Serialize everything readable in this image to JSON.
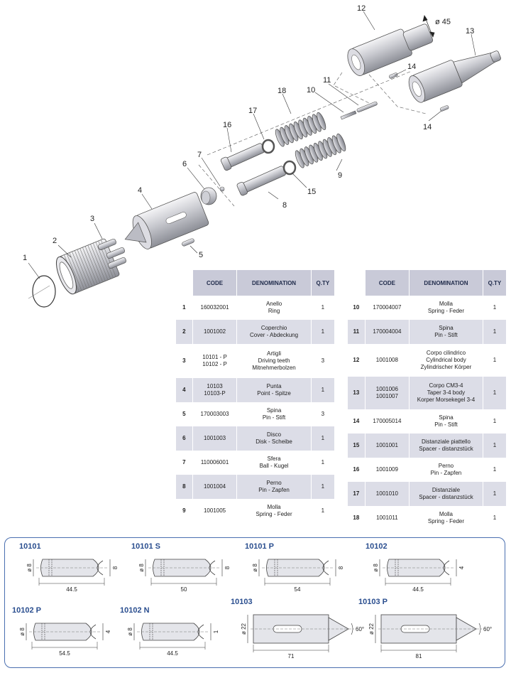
{
  "callouts": {
    "c1": "1",
    "c2": "2",
    "c3": "3",
    "c4": "4",
    "c5": "5",
    "c6": "6",
    "c7": "7",
    "c8": "8",
    "c9": "9",
    "c10": "10",
    "c11": "11",
    "c12": "12",
    "c13": "13",
    "c14a": "14",
    "c14b": "14",
    "c15": "15",
    "c16": "16",
    "c17": "17",
    "c18": "18",
    "diameter": "ø 45"
  },
  "table": {
    "headers": {
      "code": "CODE",
      "denomination": "DENOMINATION",
      "qty": "Q.TY"
    },
    "rows": [
      {
        "num": "1",
        "code": [
          "160032001"
        ],
        "denomination": [
          "Anello",
          "Ring"
        ],
        "qty": "1"
      },
      {
        "num": "2",
        "code": [
          "1001002"
        ],
        "denomination": [
          "Coperchio",
          "Cover - Abdeckung"
        ],
        "qty": "1"
      },
      {
        "num": "3",
        "code": [
          "10101 - P",
          "10102 - P"
        ],
        "denomination": [
          "Artigli",
          "Driving teeth",
          "Mitnehmerbolzen"
        ],
        "qty": "3"
      },
      {
        "num": "4",
        "code": [
          "10103",
          "10103-P"
        ],
        "denomination": [
          "Punta",
          "Point - Spitze"
        ],
        "qty": "1"
      },
      {
        "num": "5",
        "code": [
          "170003003"
        ],
        "denomination": [
          "Spina",
          "Pin - Stift"
        ],
        "qty": "3"
      },
      {
        "num": "6",
        "code": [
          "1001003"
        ],
        "denomination": [
          "Disco",
          "Disk - Scheibe"
        ],
        "qty": "1"
      },
      {
        "num": "7",
        "code": [
          "110006001"
        ],
        "denomination": [
          "Sfera",
          "Ball - Kugel"
        ],
        "qty": "1"
      },
      {
        "num": "8",
        "code": [
          "1001004"
        ],
        "denomination": [
          "Perno",
          "Pin - Zapfen"
        ],
        "qty": "1"
      },
      {
        "num": "9",
        "code": [
          "1001005"
        ],
        "denomination": [
          "Molla",
          "Spring - Feder"
        ],
        "qty": "1"
      },
      {
        "num": "10",
        "code": [
          "170004007"
        ],
        "denomination": [
          "Molla",
          "Spring - Feder"
        ],
        "qty": "1"
      },
      {
        "num": "11",
        "code": [
          "170004004"
        ],
        "denomination": [
          "Spina",
          "Pin - Stift"
        ],
        "qty": "1"
      },
      {
        "num": "12",
        "code": [
          "1001008"
        ],
        "denomination": [
          "Corpo cilindrico",
          "Cylindrical body",
          "Zylindrischer Körper"
        ],
        "qty": "1"
      },
      {
        "num": "13",
        "code": [
          "1001006",
          "1001007"
        ],
        "denomination": [
          "Corpo CM3-4",
          "Taper 3-4 body",
          "Korper Morsekegel 3-4"
        ],
        "qty": "1"
      },
      {
        "num": "14",
        "code": [
          "170005014"
        ],
        "denomination": [
          "Spina",
          "Pin - Stift"
        ],
        "qty": "1"
      },
      {
        "num": "15",
        "code": [
          "1001001"
        ],
        "denomination": [
          "Distanziale piattello",
          "Spacer - distanzstück"
        ],
        "qty": "1"
      },
      {
        "num": "16",
        "code": [
          "1001009"
        ],
        "denomination": [
          "Perno",
          "Pin - Zapfen"
        ],
        "qty": "1"
      },
      {
        "num": "17",
        "code": [
          "1001010"
        ],
        "denomination": [
          "Distanziale",
          "Spacer - distanzstück"
        ],
        "qty": "1"
      },
      {
        "num": "18",
        "code": [
          "1001011"
        ],
        "denomination": [
          "Molla",
          "Spring - Feder"
        ],
        "qty": "1"
      }
    ]
  },
  "details": [
    {
      "title": "10101",
      "dia": "ø 8",
      "right": "8",
      "length": "44.5"
    },
    {
      "title": "10101 S",
      "dia": "ø 8",
      "right": "8",
      "length": "50"
    },
    {
      "title": "10101 P",
      "dia": "ø 8",
      "right": "8",
      "length": "54"
    },
    {
      "title": "10102",
      "dia": "ø 8",
      "right": "4",
      "length": "44.5"
    },
    {
      "title": "10102  P",
      "dia": "ø 8",
      "right": "4",
      "length": "54.5"
    },
    {
      "title": "10102  N",
      "dia": "ø 8",
      "right": "1",
      "length": "44.5"
    },
    {
      "title": "10103",
      "dia": "ø 22",
      "right": "60°",
      "length": "71"
    },
    {
      "title": "10103 P",
      "dia": "ø 22",
      "right": "60°",
      "length": "81"
    }
  ]
}
